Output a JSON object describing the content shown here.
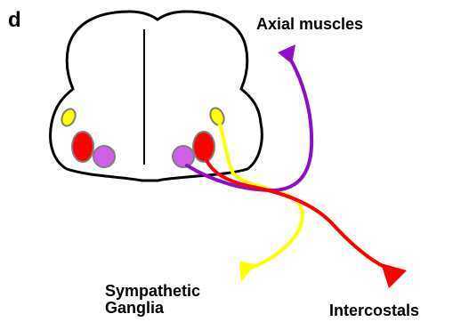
{
  "panel_letter": "d",
  "labels": {
    "axial": "Axial muscles",
    "sympathetic": [
      "Sympathetic",
      "Ganglia"
    ],
    "intercostals": "Intercostals"
  },
  "colors": {
    "axial": "#8e0fc9",
    "sympathetic": "#ffff00",
    "intercostal": "#ff0000",
    "motor_pool": "#d05ee8",
    "outline": "#000000",
    "background": "#ffffff"
  }
}
